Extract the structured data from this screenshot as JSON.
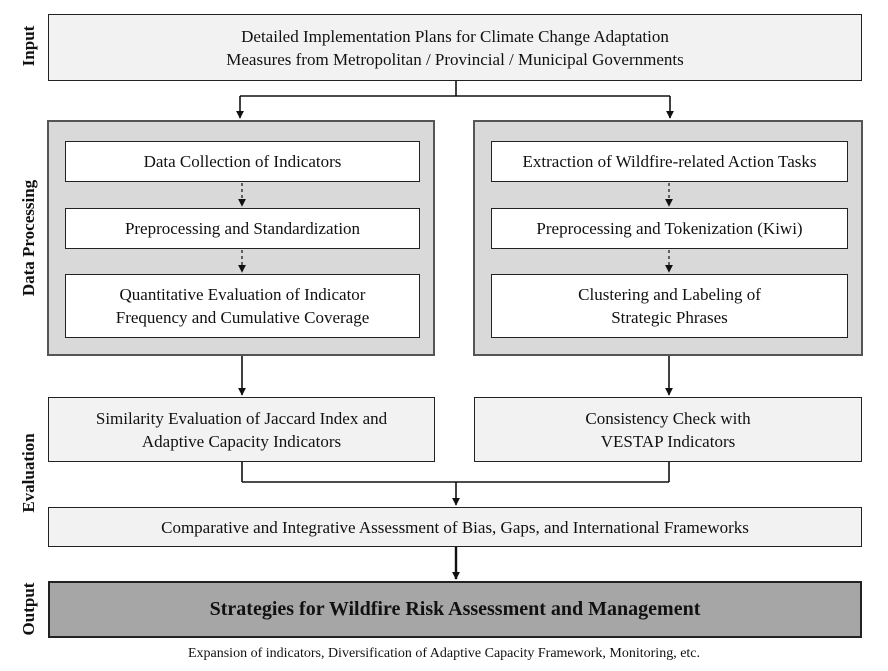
{
  "stages": {
    "input": "Input",
    "data_processing": "Data Processing",
    "evaluation": "Evaluation",
    "output": "Output"
  },
  "input_box": {
    "line1": "Detailed Implementation Plans for Climate Change Adaptation",
    "line2": "Measures from Metropolitan / Provincial / Municipal Governments"
  },
  "left_branch": {
    "step1": "Data Collection of Indicators",
    "step2": "Preprocessing and Standardization",
    "step3_line1": "Quantitative Evaluation of Indicator",
    "step3_line2": "Frequency and Cumulative Coverage"
  },
  "right_branch": {
    "step1": "Extraction of Wildfire-related Action Tasks",
    "step2": "Preprocessing and Tokenization (Kiwi)",
    "step3_line1": "Clustering and Labeling of",
    "step3_line2": "Strategic Phrases"
  },
  "evaluation": {
    "left_line1": "Similarity Evaluation of Jaccard Index and",
    "left_line2": "Adaptive Capacity Indicators",
    "right_line1": "Consistency Check with",
    "right_line2": "VESTAP Indicators",
    "combined": "Comparative and Integrative Assessment of Bias, Gaps, and International Frameworks"
  },
  "output_box": {
    "title": "Strategies for Wildfire Risk Assessment and Management"
  },
  "footnote": "Expansion of indicators, Diversification of Adaptive Capacity Framework, Monitoring, etc.",
  "colors": {
    "box_fill": "#f2f2f2",
    "group_fill": "#d9d9d9",
    "output_fill": "#a6a6a6",
    "line": "#222222"
  }
}
